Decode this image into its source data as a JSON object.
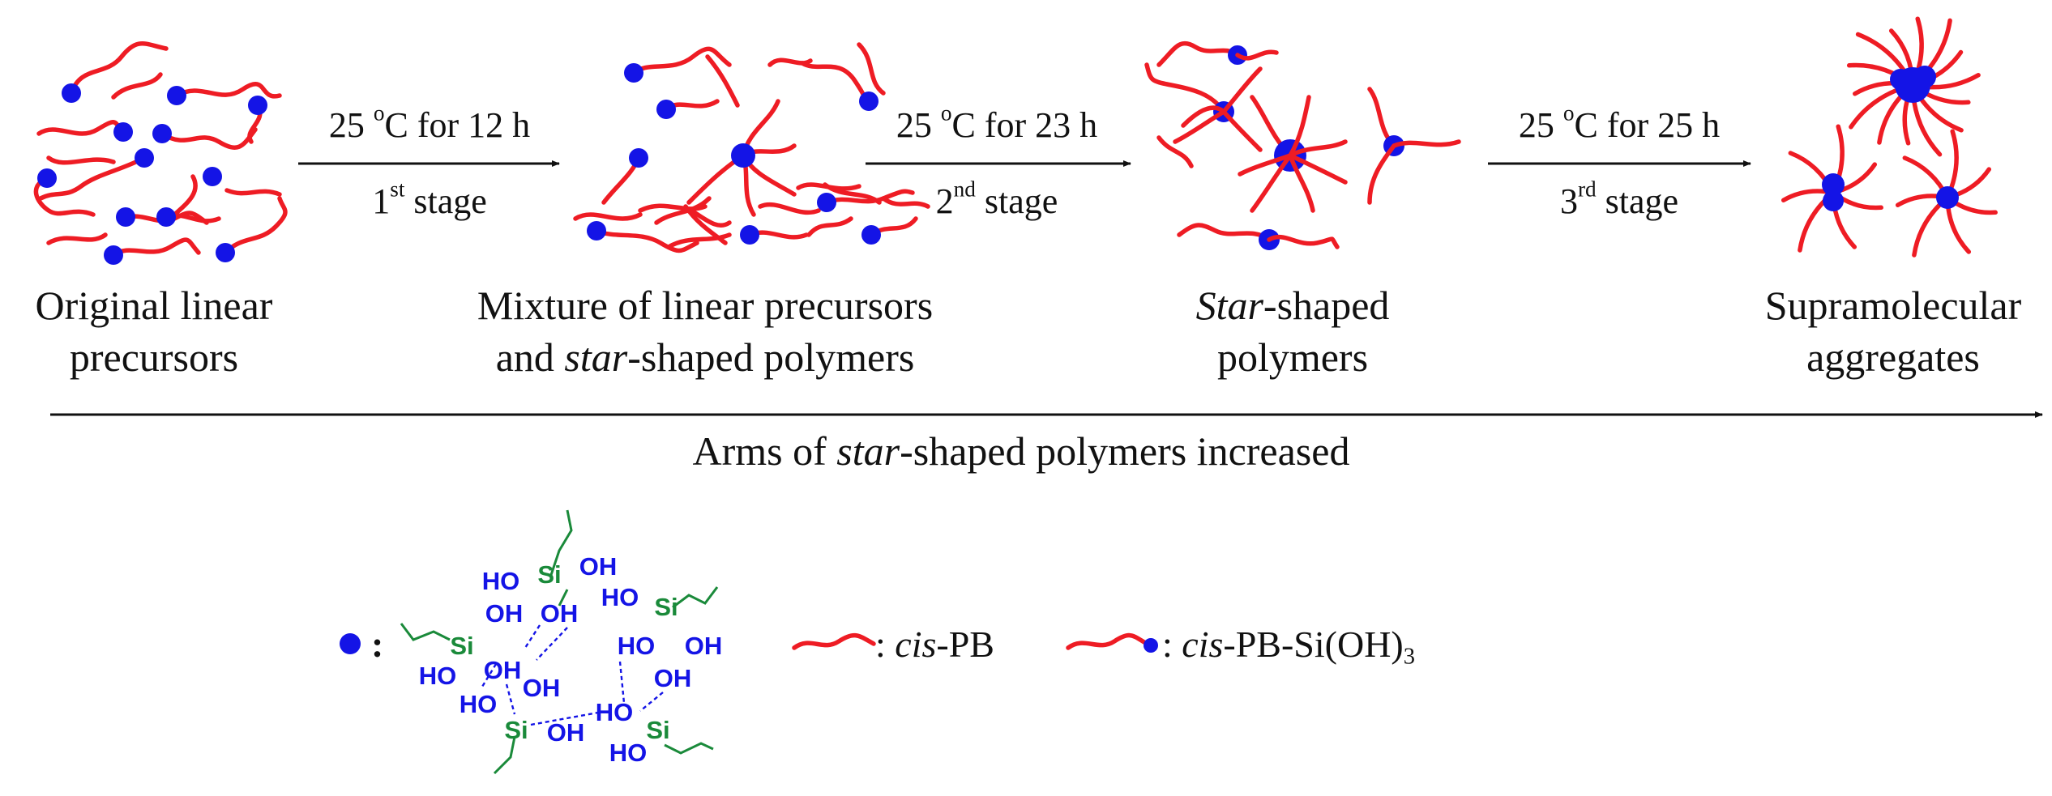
{
  "colors": {
    "chain": "#ee1c24",
    "end_group": "#1414e6",
    "silicon": "#1a8a3a",
    "hydroxyl": "#1414e6",
    "bond": "#1a8a3a",
    "arrow": "#111111"
  },
  "stages": [
    {
      "temp_prefix": "25 ",
      "temp_sup": "o",
      "temp_suffix": "C for 12 h",
      "ord_num": "1",
      "ord_sup": "st",
      "ord_word": " stage"
    },
    {
      "temp_prefix": "25 ",
      "temp_sup": "o",
      "temp_suffix": "C for 23 h",
      "ord_num": "2",
      "ord_sup": "nd",
      "ord_word": " stage"
    },
    {
      "temp_prefix": "25 ",
      "temp_sup": "o",
      "temp_suffix": "C for 25 h",
      "ord_num": "3",
      "ord_sup": "rd",
      "ord_word": " stage"
    }
  ],
  "captions": [
    {
      "line1": "Original linear",
      "line2": "precursors"
    },
    {
      "line1": "Mixture of linear precursors",
      "line2_pre": "and ",
      "line2_em": "star",
      "line2_post": "-shaped polymers"
    },
    {
      "line1_em": "Star",
      "line1_post": "-shaped",
      "line2": "polymers"
    },
    {
      "line1": "Supramolecular",
      "line2": "aggregates"
    }
  ],
  "bottom_arrow": {
    "pre": "Arms of ",
    "em": "star",
    "post": "-shaped polymers increased"
  },
  "legend": {
    "dot_sep": ":",
    "cispb": {
      "sep": ": ",
      "em": "cis",
      "post": "-PB"
    },
    "cispb_si": {
      "sep": ": ",
      "em": "cis",
      "post": "-PB-Si(OH)",
      "sub": "3"
    },
    "chem": {
      "si": "Si",
      "oh": "OH",
      "ho": "HO"
    }
  }
}
